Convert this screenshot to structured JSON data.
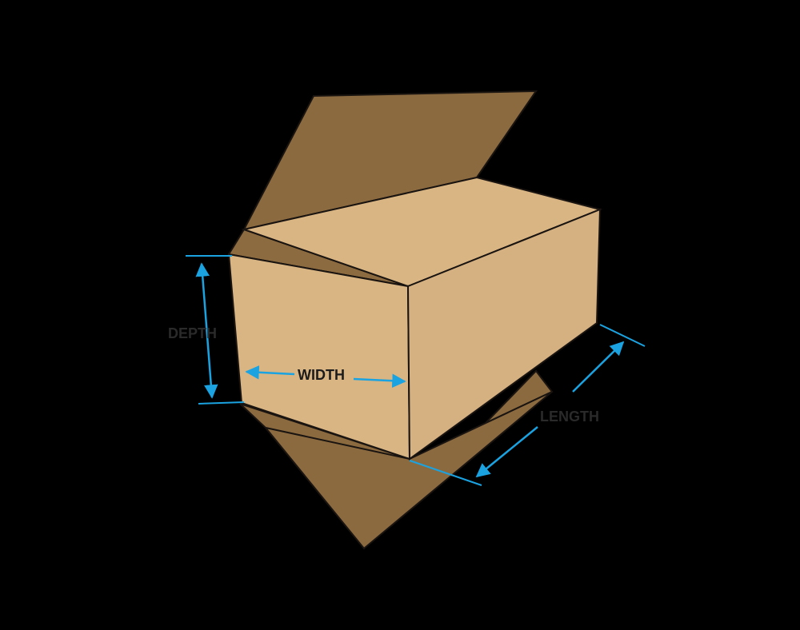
{
  "labels": {
    "depth": "DEPTH",
    "width": "WIDTH",
    "length": "LENGTH"
  },
  "colors": {
    "background": "#000000",
    "flap_outer": "#8B6A40",
    "flap_inner": "#8C6B41",
    "box_face": "#D9B584",
    "box_side": "#D5B080",
    "edge": "#1A1410",
    "dimension_arrow": "#1AA3E0",
    "label_dark": "#2A2A2A",
    "label_width": "#1C1C1C"
  }
}
